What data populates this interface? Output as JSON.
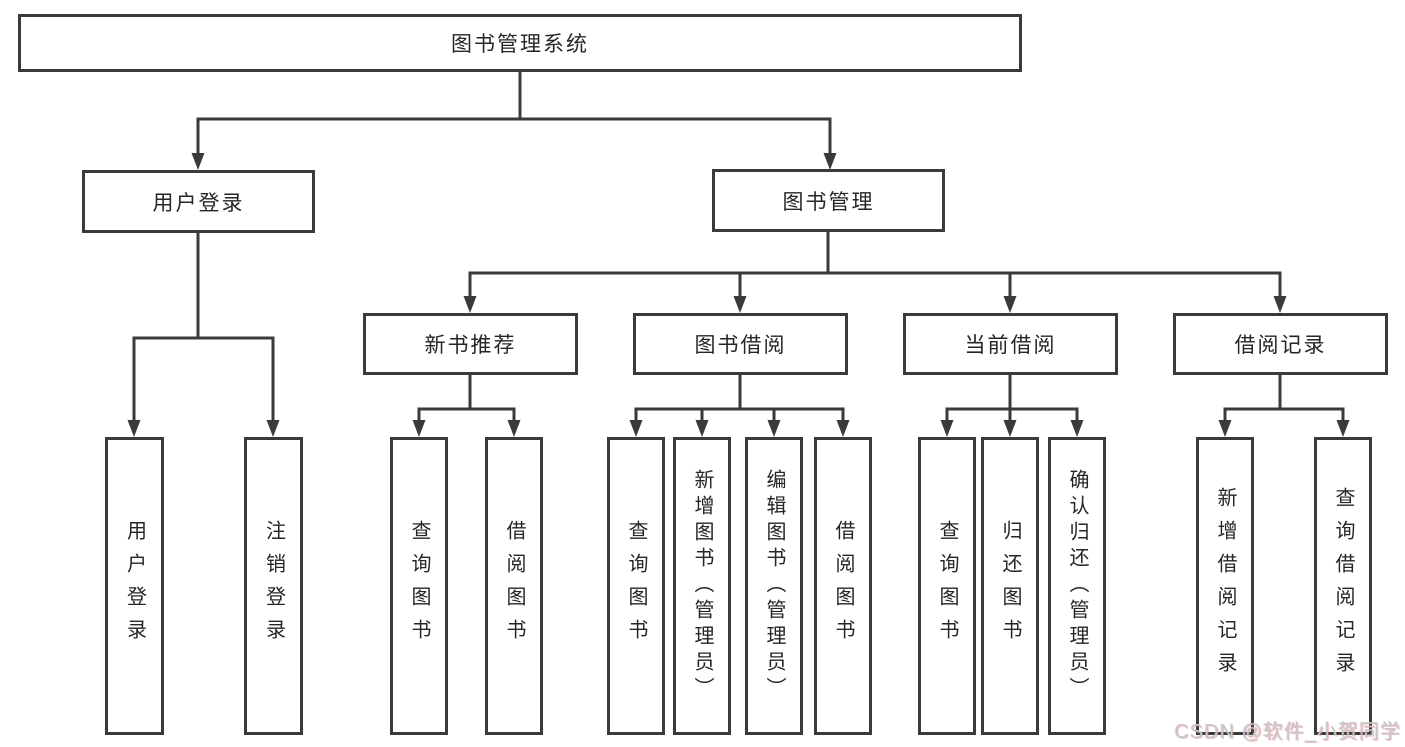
{
  "diagram_type": "hierarchy",
  "tree": {
    "label": "图书管理系统",
    "children": [
      {
        "label": "用户登录",
        "children": [
          {
            "label": "用户登录"
          },
          {
            "label": "注销登录"
          }
        ]
      },
      {
        "label": "图书管理",
        "children": [
          {
            "label": "新书推荐",
            "children": [
              {
                "label": "查询图书"
              },
              {
                "label": "借阅图书"
              }
            ]
          },
          {
            "label": "图书借阅",
            "children": [
              {
                "label": "查询图书"
              },
              {
                "label": "新增图书（管理员）"
              },
              {
                "label": "编辑图书（管理员）"
              },
              {
                "label": "借阅图书"
              }
            ]
          },
          {
            "label": "当前借阅",
            "children": [
              {
                "label": "查询图书"
              },
              {
                "label": "归还图书"
              },
              {
                "label": "确认归还（管理员）"
              }
            ]
          },
          {
            "label": "借阅记录",
            "children": [
              {
                "label": "新增借阅记录"
              },
              {
                "label": "查询借阅记录"
              }
            ]
          }
        ]
      }
    ]
  },
  "watermark": {
    "text": "CSDN @软件_小贺同学"
  },
  "colors": {
    "line": "#3a3a3a",
    "box_border": "#3a3a3a",
    "box_fill": "#ffffff",
    "text": "#262626",
    "background": "#ffffff",
    "watermark": "#c7c7c7",
    "watermark_shadow": "#ec8c8c"
  }
}
